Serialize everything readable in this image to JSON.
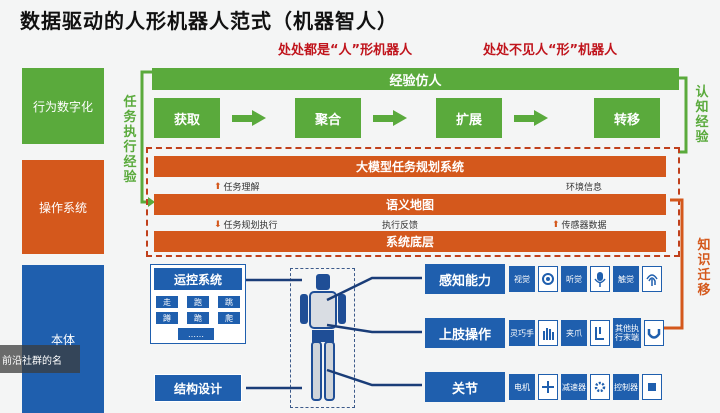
{
  "title": "数据驱动的人形机器人范式（机器智人）",
  "subtitle_left": "处处都是“人”形机器人",
  "subtitle_right": "处处不见人“形”机器人",
  "left": {
    "l1": "行为数字化",
    "l2": "操作系统",
    "l3": "本体"
  },
  "vleft": [
    "任",
    "务",
    "执",
    "行",
    "经",
    "验"
  ],
  "vright1": [
    "认",
    "知",
    "经",
    "验"
  ],
  "vright2": [
    "知",
    "识",
    "迁",
    "移"
  ],
  "green": {
    "top": "经验仿人",
    "steps": [
      "获取",
      "聚合",
      "扩展",
      "转移"
    ]
  },
  "orange": {
    "b1": "大模型任务规划系统",
    "b2": "语义地图",
    "b3": "系统底层",
    "t1": "任务理解",
    "t2": "环境信息",
    "t3": "任务规划执行",
    "t4": "执行反馈",
    "t5": "传感器数据"
  },
  "body": {
    "motion": "运控系统",
    "mini": [
      "走",
      "跑",
      "跳",
      "蹲",
      "跪",
      "爬",
      "……"
    ],
    "struct": "结构设计",
    "perc": "感知能力",
    "perc_items": [
      "视觉",
      "听觉",
      "触觉"
    ],
    "limb": "上肢操作",
    "limb_items": [
      "灵巧手",
      "夹爪",
      "其他执行末端"
    ],
    "joint": "关节",
    "joint_items": [
      "电机",
      "减速器",
      "控制器"
    ]
  },
  "overlay": "前沿社群的名",
  "colors": {
    "green": "#5aaa3c",
    "orange": "#d4581c",
    "blue": "#1f5fae",
    "red": "#c0141c"
  }
}
